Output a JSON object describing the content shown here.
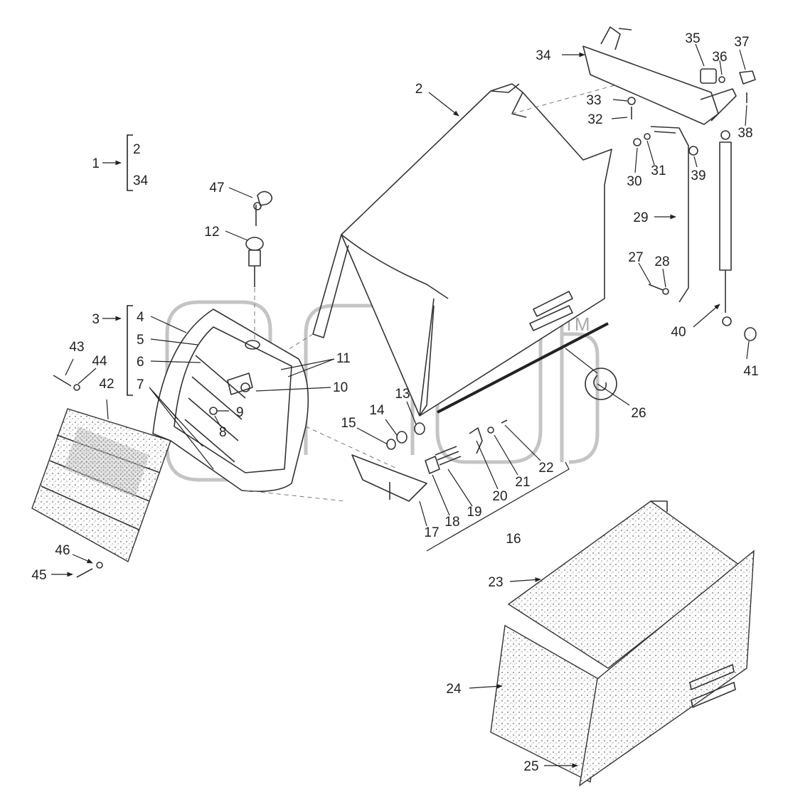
{
  "watermark": {
    "text": "gfgb",
    "tm": "TM"
  },
  "callouts": {
    "c1": "1",
    "c2": "2",
    "c2b": "2",
    "c3": "3",
    "c4": "4",
    "c5": "5",
    "c6": "6",
    "c7": "7",
    "c8": "8",
    "c9": "9",
    "c10": "10",
    "c11": "11",
    "c12": "12",
    "c13": "13",
    "c14": "14",
    "c15": "15",
    "c16": "16",
    "c17": "17",
    "c18": "18",
    "c19": "19",
    "c20": "20",
    "c21": "21",
    "c22": "22",
    "c23": "23",
    "c24": "24",
    "c25": "25",
    "c26": "26",
    "c27": "27",
    "c28": "28",
    "c29": "29",
    "c30": "30",
    "c31": "31",
    "c32": "32",
    "c33": "33",
    "c34": "34",
    "c34b": "34",
    "c35": "35",
    "c36": "36",
    "c37": "37",
    "c38": "38",
    "c39": "39",
    "c40": "40",
    "c41": "41",
    "c42": "42",
    "c43": "43",
    "c44": "44",
    "c45": "45",
    "c46": "46",
    "c47": "47"
  }
}
